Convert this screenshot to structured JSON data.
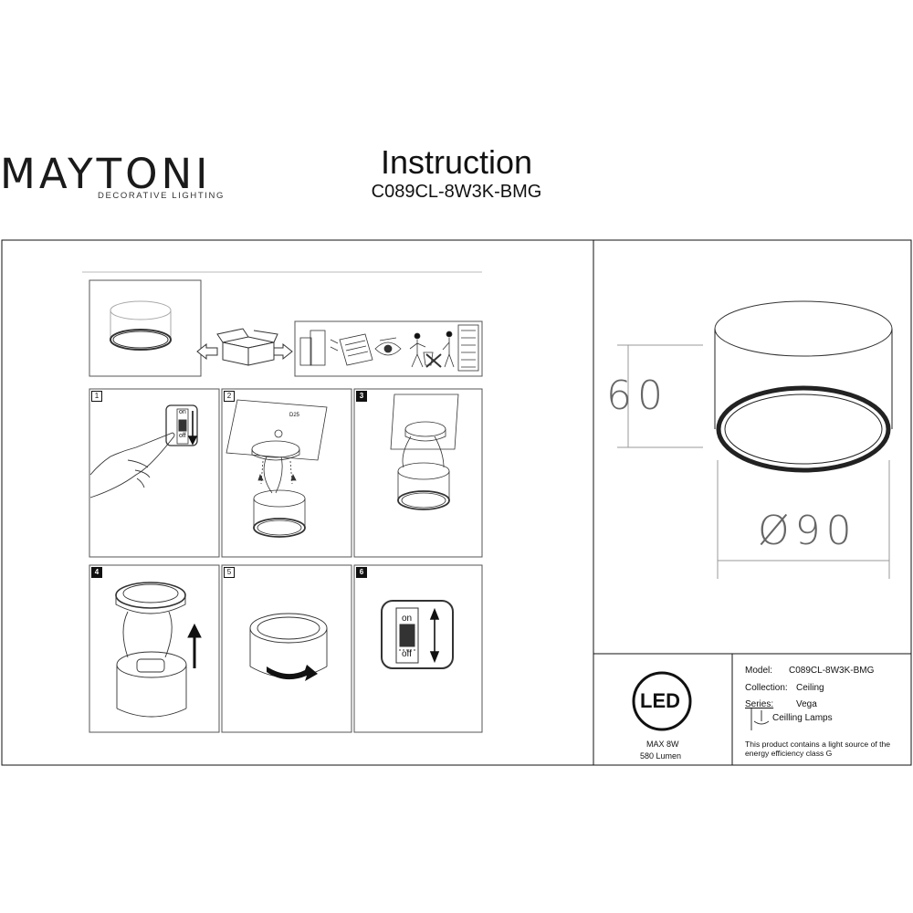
{
  "header": {
    "brand": "MAYTONI",
    "brand_tagline": "DECORATIVE LIGHTING",
    "title": "Instruction",
    "model_code": "C089CL-8W3K-BMG"
  },
  "steps": [
    {
      "number": "1",
      "switch_on": "on",
      "switch_off": "off"
    },
    {
      "number": "2",
      "drill_label": "D25"
    },
    {
      "number": "3"
    },
    {
      "number": "4"
    },
    {
      "number": "5"
    },
    {
      "number": "6",
      "switch_on": "on",
      "switch_off": "off"
    }
  ],
  "dimensions": {
    "height": "60",
    "diameter": "Ø90"
  },
  "led": {
    "badge": "LED",
    "power": "MAX 8W",
    "lumen": "580 Lumen"
  },
  "specs": {
    "model_label": "Model:",
    "model_value": "C089CL-8W3K-BMG",
    "collection_label": "Collection:",
    "collection_value": "Ceiling",
    "series_label": "Series:",
    "series_value": "Vega",
    "type_value": "Ceilling Lamps",
    "energy_note": "This product contains a light source of the energy efficiency class G"
  }
}
